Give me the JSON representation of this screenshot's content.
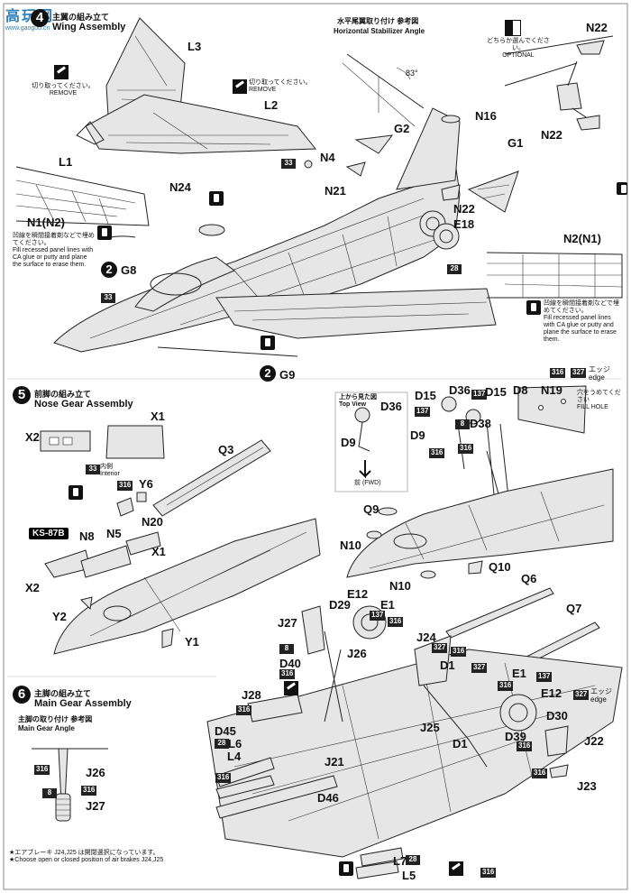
{
  "header": {
    "logo_text": "高玩网",
    "logo_sub": "www.gaoguo.cn"
  },
  "step4": {
    "number": "4",
    "title_jp": "主翼の組み立て",
    "title_en": "Wing Assembly"
  },
  "step5": {
    "number": "5",
    "title_jp": "前脚の組み立て",
    "title_en": "Nose Gear Assembly"
  },
  "step6": {
    "number": "6",
    "title_jp": "主脚の組み立て",
    "title_en": "Main Gear Assembly",
    "angle_jp": "主脚の取り付け 参考図",
    "angle_en": "Main Gear Angle"
  },
  "notes": {
    "cut_left_jp": "切り取ってください。",
    "cut_left_en": "REMOVE",
    "cut_right_jp": "切り取ってください。",
    "cut_right_en": "REMOVE",
    "optional_jp": "どちらか選んでください。",
    "optional_en": "OPTIONAL",
    "hstab_jp": "水平尾翼取り付け 参考図",
    "hstab_en": "Horizontal Stabilizer Angle",
    "angle": "83°",
    "fill_left_jp": "凹線を瞬間接着剤などで埋めてください。",
    "fill_left_en": "Fill recessed panel lines with CA glue or putty and plane the surface to erase them.",
    "fill_right_jp": "凹線を瞬間接着剤などで埋めてください。",
    "fill_right_en": "Fill recessed panel lines with CA glue or putty and plane the surface to erase them.",
    "topview_jp": "上から見た図",
    "topview_en": "Top View",
    "fwd": "前 (FWD)",
    "fillhole_jp": "穴をうめてください",
    "fillhole_en": "FILL HOLE",
    "edge_jp": "エッジ",
    "edge_en": "edge",
    "interior_jp": "内側",
    "interior_en": "Interior",
    "footnote_jp": "★エアブレーキ J24,J25 は開閉選択になっています。",
    "footnote_en": "★Choose open or closed position of air brakes J24,J25"
  },
  "paints": {
    "p316": "316",
    "p327": "327",
    "p137": "137",
    "p33": "33",
    "p28": "28",
    "p8": "8"
  },
  "parts": {
    "L3": "L3",
    "L2": "L2",
    "L1": "L1",
    "N22a": "N22",
    "N22b": "N22",
    "N22c": "N22",
    "G2": "G2",
    "N16": "N16",
    "G1": "G1",
    "N4": "N4",
    "N21": "N21",
    "E18": "E18",
    "N24": "N24",
    "N1": "N1(N2)",
    "N2": "N2(N1)",
    "G8": "G8",
    "G9": "G9",
    "two_a": "2",
    "two_b": "2",
    "X1a": "X1",
    "X2a": "X2",
    "Q3": "Q3",
    "Y6": "Y6",
    "N20": "N20",
    "N8": "N8",
    "N5": "N5",
    "X1b": "X1",
    "X2b": "X2",
    "Y2": "Y2",
    "Y1": "Y1",
    "D36a": "D36",
    "D9a": "D9",
    "D15a": "D15",
    "D36b": "D36",
    "D15b": "D15",
    "D8": "D8",
    "N19": "N19",
    "D38": "D38",
    "D9b": "D9",
    "Q9": "Q9",
    "N10a": "N10",
    "N10b": "N10",
    "Q10": "Q10",
    "Q6": "Q6",
    "Q7": "Q7",
    "E12a": "E12",
    "D29": "D29",
    "E1a": "E1",
    "J27a": "J27",
    "J24": "J24",
    "J26a": "J26",
    "D40": "D40",
    "D1a": "D1",
    "J28": "J28",
    "E1b": "E1",
    "E12b": "E12",
    "D30": "D30",
    "J22": "J22",
    "D45": "D45",
    "L6": "L6",
    "L4": "L4",
    "J25": "J25",
    "D1b": "D1",
    "D39": "D39",
    "J21": "J21",
    "J23": "J23",
    "D46": "D46",
    "L7": "L7",
    "L5": "L5",
    "J26b": "J26",
    "J27b": "J27",
    "KS": "KS-87B"
  }
}
